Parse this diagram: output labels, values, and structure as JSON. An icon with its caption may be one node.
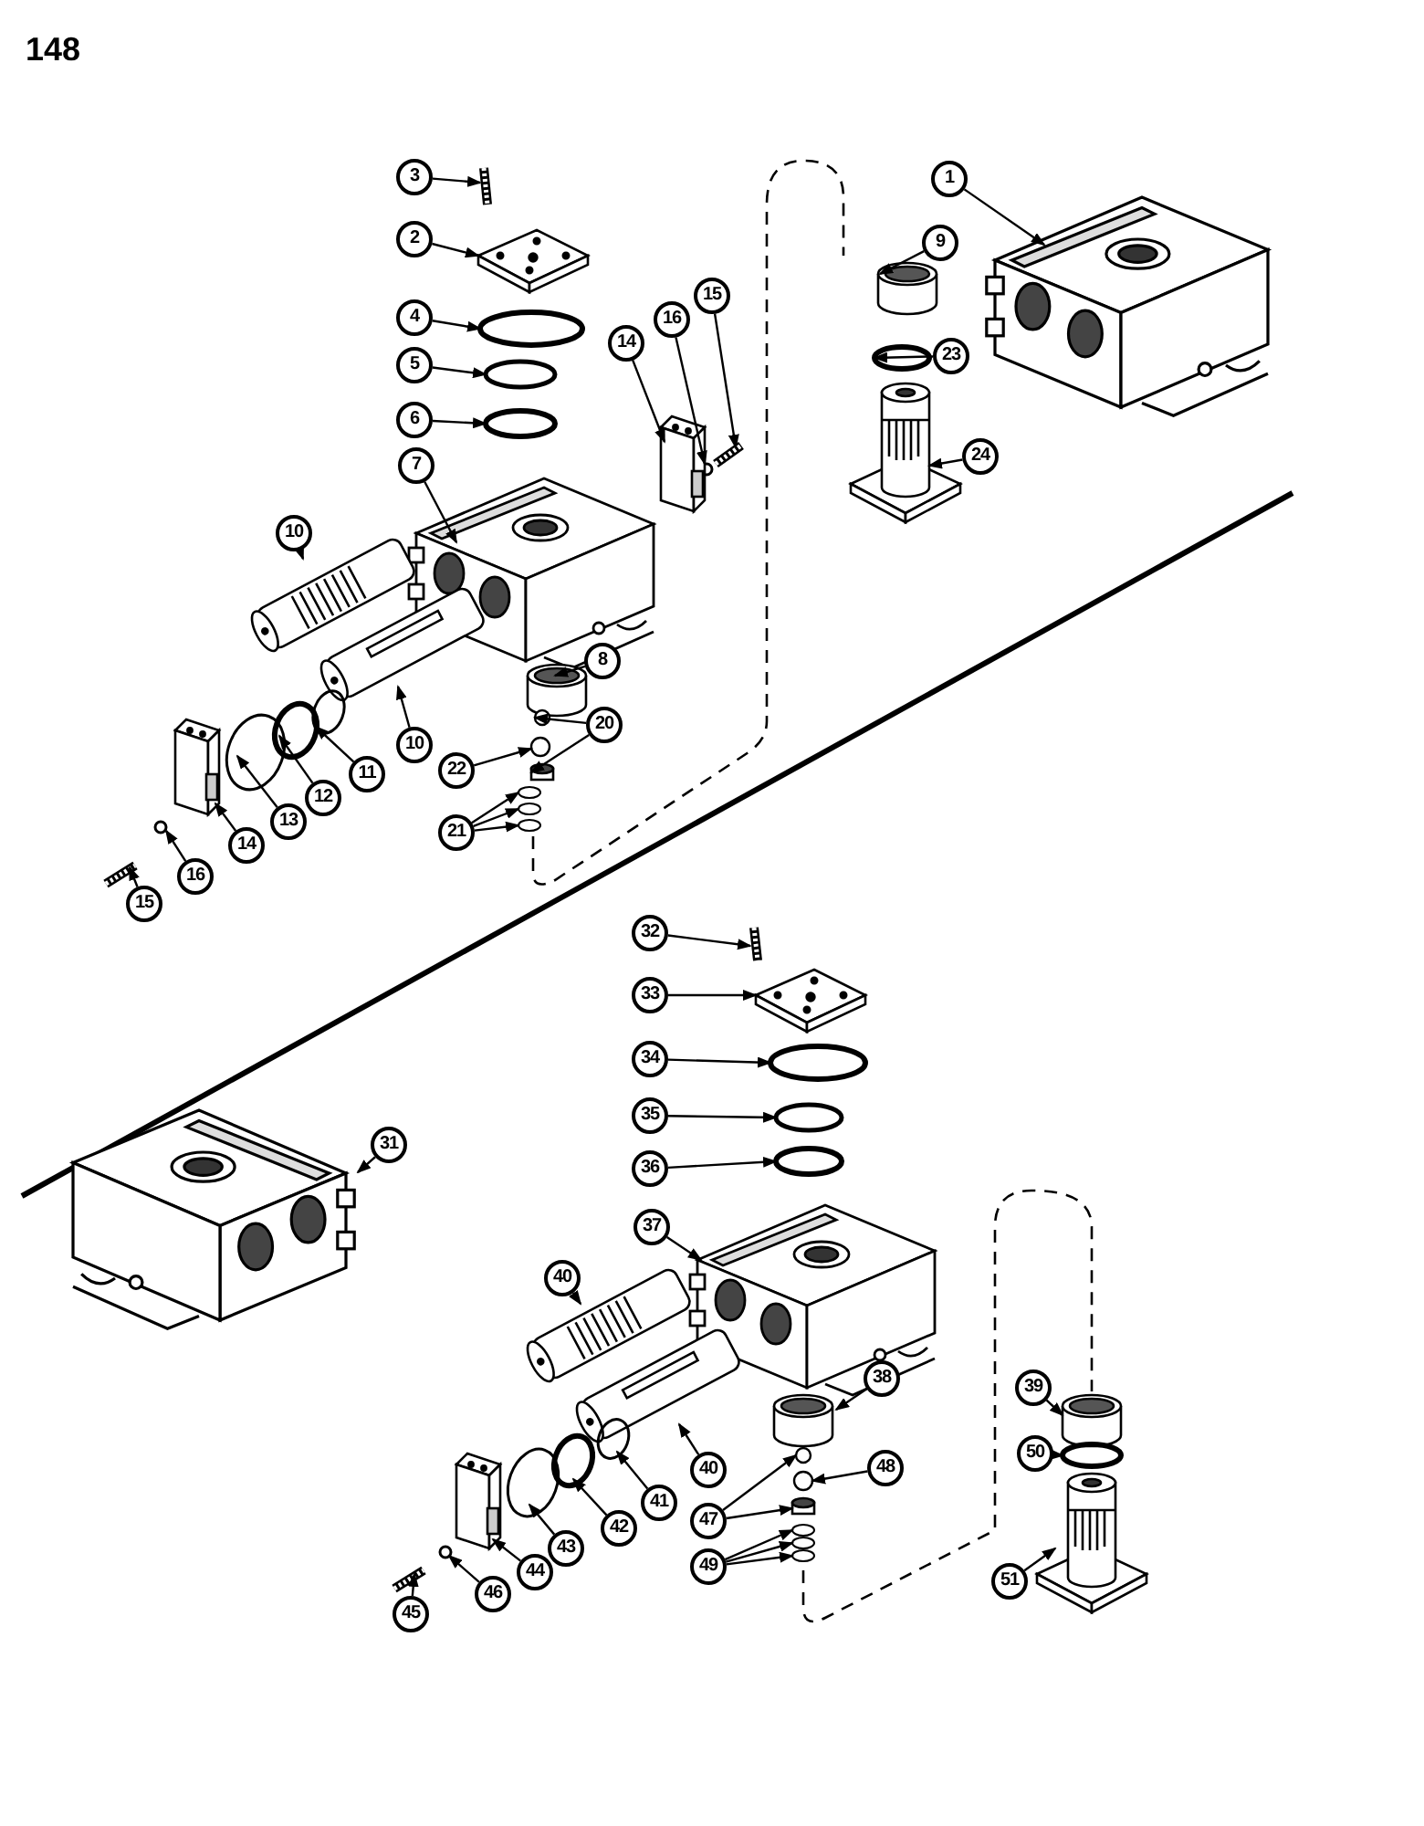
{
  "diagram": {
    "nodes": [
      {
        "text": [
          "3"
        ]
      },
      {
        "text": [
          "1"
        ]
      },
      {
        "text": [
          "2"
        ]
      },
      {
        "text": [
          "9"
        ]
      },
      {
        "text": [
          "15"
        ]
      },
      {
        "text": [
          "4"
        ]
      },
      {
        "text": [
          "16"
        ]
      },
      {
        "text": [
          "14"
        ]
      },
      {
        "text": [
          "23"
        ]
      },
      {
        "text": [
          "5"
        ]
      },
      {
        "text": [
          "6"
        ]
      },
      {
        "text": [
          "24"
        ]
      },
      {
        "text": [
          "7"
        ]
      },
      {
        "text": [
          "10"
        ]
      },
      {
        "text": [
          "8"
        ]
      },
      {
        "text": [
          "20"
        ]
      },
      {
        "text": [
          "10"
        ]
      },
      {
        "text": [
          "22"
        ]
      },
      {
        "text": [
          "11"
        ]
      },
      {
        "text": [
          "12"
        ]
      },
      {
        "text": [
          "13"
        ]
      },
      {
        "text": [
          "21"
        ]
      },
      {
        "text": [
          "14"
        ]
      },
      {
        "text": [
          "16"
        ]
      },
      {
        "text": [
          "15"
        ]
      },
      {
        "text": [
          "32"
        ]
      },
      {
        "text": [
          "33"
        ]
      },
      {
        "text": [
          "34"
        ]
      },
      {
        "text": [
          "35"
        ]
      },
      {
        "text": [
          "31"
        ]
      },
      {
        "text": [
          "36"
        ]
      },
      {
        "text": [
          "37"
        ]
      },
      {
        "text": [
          "40"
        ]
      },
      {
        "text": [
          "38"
        ]
      },
      {
        "text": [
          "39"
        ]
      },
      {
        "text": [
          "50"
        ]
      },
      {
        "text": [
          "48"
        ]
      },
      {
        "text": [
          "40"
        ]
      },
      {
        "text": [
          "41"
        ]
      },
      {
        "text": [
          "47"
        ]
      },
      {
        "text": [
          "42"
        ]
      },
      {
        "text": [
          "43"
        ]
      },
      {
        "text": [
          "49"
        ]
      },
      {
        "text": [
          "44"
        ]
      },
      {
        "text": [
          "51"
        ]
      },
      {
        "text": [
          "46"
        ]
      },
      {
        "text": [
          "45"
        ]
      },
      {
        "text": [],
        "shape": "picture"
      },
      {
        "text": [],
        "shape": "picture"
      },
      {
        "text": [],
        "shape": "picture"
      },
      {
        "text": [],
        "shape": "cylinder"
      },
      {
        "text": [],
        "shape": "picture"
      },
      {
        "text": [],
        "shape": "circle"
      },
      {
        "text": [],
        "shape": "circle"
      },
      {
        "text": [],
        "shape": "picture"
      },
      {
        "text": [],
        "shape": "circle"
      },
      {
        "text": [],
        "shape": "circle"
      },
      {
        "text": [],
        "shape": "circle"
      },
      {
        "text": [],
        "shape": "picture"
      },
      {
        "text": [],
        "shape": "picture"
      },
      {
        "text": [],
        "shape": "picture"
      },
      {
        "text": [],
        "shape": "cylinder"
      },
      {
        "text": [],
        "shape": "circle"
      },
      {
        "text": [],
        "shape": "cylinder"
      },
      {
        "text": [],
        "shape": "picture"
      },
      {
        "text": [],
        "shape": "circle"
      },
      {
        "text": [],
        "shape": "circle"
      },
      {
        "text": [],
        "shape": "circle"
      },
      {
        "text": [],
        "shape": "circle"
      },
      {
        "text": [],
        "shape": "circle"
      },
      {
        "text": [],
        "shape": "circle"
      },
      {
        "text": [],
        "shape": "circle"
      },
      {
        "text": [],
        "shape": "picture"
      },
      {
        "text": [],
        "shape": "circle"
      },
      {
        "text": [],
        "shape": "picture"
      },
      {
        "text": [],
        "shape": "picture"
      },
      {
        "text": [],
        "shape": "picture"
      },
      {
        "text": [],
        "shape": "circle"
      },
      {
        "text": [],
        "shape": "circle"
      },
      {
        "text": [],
        "shape": "picture"
      },
      {
        "text": [],
        "shape": "circle"
      },
      {
        "text": [],
        "shape": "picture"
      },
      {
        "text": [],
        "shape": "picture"
      },
      {
        "text": [],
        "shape": "cylinder"
      },
      {
        "text": [],
        "shape": "cylinder"
      },
      {
        "text": [],
        "shape": "circle"
      },
      {
        "text": [],
        "shape": "circle"
      },
      {
        "text": [],
        "shape": "picture"
      },
      {
        "text": [],
        "shape": "circle"
      },
      {
        "text": [],
        "shape": "circle"
      },
      {
        "text": [],
        "shape": "cylinder"
      },
      {
        "text": [],
        "shape": "circle"
      },
      {
        "text": [],
        "shape": "circle"
      },
      {
        "text": [],
        "shape": "circle"
      },
      {
        "text": [],
        "shape": "circle"
      },
      {
        "text": [],
        "shape": "circle"
      },
      {
        "text": [],
        "shape": "picture"
      },
      {
        "text": [],
        "shape": "picture"
      },
      {
        "text": [],
        "shape": "circle"
      },
      {
        "text": [],
        "shape": "picture"
      }
    ],
    "edges": [
      {
        "from": 0,
        "to": 47,
        "arrow": "to"
      },
      {
        "from": 1,
        "to": 48,
        "arrow": "to"
      },
      {
        "from": 2,
        "to": 49,
        "arrow": "to"
      },
      {
        "from": 3,
        "to": 50,
        "arrow": "to"
      },
      {
        "from": 4,
        "to": 51,
        "arrow": "to"
      },
      {
        "from": 5,
        "to": 52,
        "arrow": "to"
      },
      {
        "from": 6,
        "to": 53,
        "arrow": "to"
      },
      {
        "from": 7,
        "to": 54,
        "arrow": "to"
      },
      {
        "from": 8,
        "to": 55,
        "arrow": "to"
      },
      {
        "from": 9,
        "to": 56,
        "arrow": "to"
      },
      {
        "from": 10,
        "to": 57,
        "arrow": "to"
      },
      {
        "from": 11,
        "to": 58,
        "arrow": "to"
      },
      {
        "from": 12,
        "to": 59,
        "arrow": "to"
      },
      {
        "from": 13,
        "to": 60,
        "arrow": "to"
      },
      {
        "from": 14,
        "to": 61,
        "arrow": "to"
      },
      {
        "from": 15,
        "to": 62,
        "arrow": "to"
      },
      {
        "from": 15,
        "to": 63,
        "arrow": "to"
      },
      {
        "from": 16,
        "to": 64,
        "arrow": "to"
      },
      {
        "from": 17,
        "to": 65,
        "arrow": "to"
      },
      {
        "from": 18,
        "to": 66,
        "arrow": "to"
      },
      {
        "from": 19,
        "to": 67,
        "arrow": "to"
      },
      {
        "from": 20,
        "to": 68,
        "arrow": "to"
      },
      {
        "from": 21,
        "to": 69,
        "arrow": "to"
      },
      {
        "from": 21,
        "to": 70,
        "arrow": "to"
      },
      {
        "from": 21,
        "to": 71,
        "arrow": "to"
      },
      {
        "from": 22,
        "to": 72,
        "arrow": "to"
      },
      {
        "from": 23,
        "to": 73,
        "arrow": "to"
      },
      {
        "from": 24,
        "to": 74,
        "arrow": "to"
      },
      {
        "from": 25,
        "to": 75,
        "arrow": "to"
      },
      {
        "from": 26,
        "to": 76,
        "arrow": "to"
      },
      {
        "from": 27,
        "to": 77,
        "arrow": "to"
      },
      {
        "from": 28,
        "to": 78,
        "arrow": "to"
      },
      {
        "from": 29,
        "to": 79,
        "arrow": "to"
      },
      {
        "from": 30,
        "to": 80,
        "arrow": "to"
      },
      {
        "from": 31,
        "to": 81,
        "arrow": "to"
      },
      {
        "from": 32,
        "to": 82,
        "arrow": "to"
      },
      {
        "from": 33,
        "to": 83,
        "arrow": "to"
      },
      {
        "from": 34,
        "to": 84,
        "arrow": "to"
      },
      {
        "from": 35,
        "to": 85,
        "arrow": "to"
      },
      {
        "from": 36,
        "to": 86,
        "arrow": "to"
      },
      {
        "from": 37,
        "to": 87,
        "arrow": "to"
      },
      {
        "from": 38,
        "to": 88,
        "arrow": "to"
      },
      {
        "from": 39,
        "to": 89,
        "arrow": "to"
      },
      {
        "from": 39,
        "to": 90,
        "arrow": "to"
      },
      {
        "from": 40,
        "to": 91,
        "arrow": "to"
      },
      {
        "from": 41,
        "to": 92,
        "arrow": "to"
      },
      {
        "from": 42,
        "to": 93,
        "arrow": "to"
      },
      {
        "from": 42,
        "to": 94,
        "arrow": "to"
      },
      {
        "from": 42,
        "to": 95,
        "arrow": "to"
      },
      {
        "from": 43,
        "to": 96,
        "arrow": "to"
      },
      {
        "from": 44,
        "to": 97,
        "arrow": "to"
      },
      {
        "from": 45,
        "to": 98,
        "arrow": "to"
      },
      {
        "from": 46,
        "to": 99,
        "arrow": "to"
      }
    ],
    "labels": [
      "148"
    ]
  }
}
